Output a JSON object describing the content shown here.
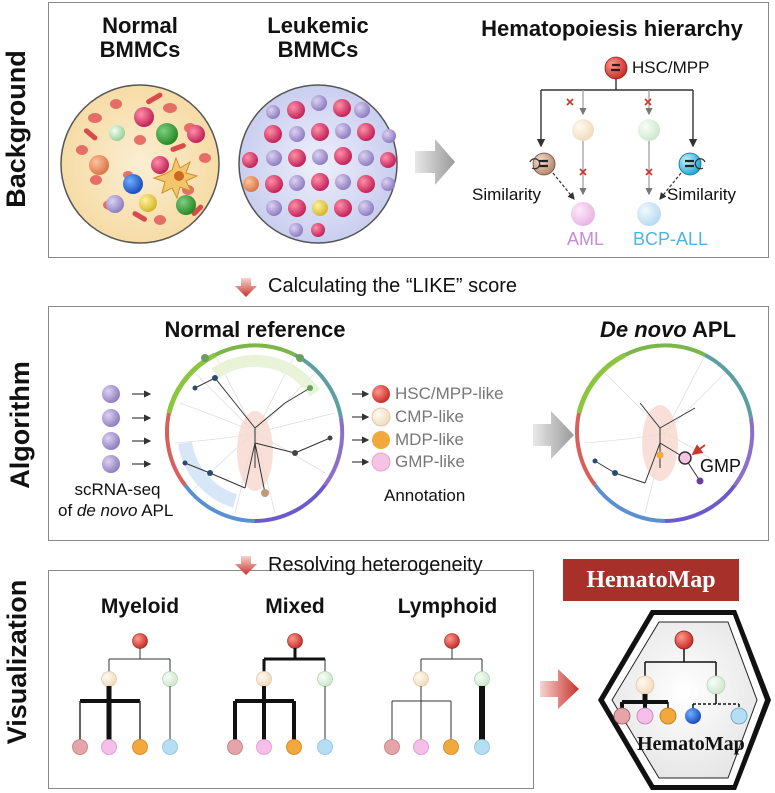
{
  "side_labels": {
    "background": "Background",
    "algorithm": "Algorithm",
    "visualization": "Visualization"
  },
  "background": {
    "normal_title": "Normal\nBMMCs",
    "leukemic_title": "Leukemic\nBMMCs",
    "hierarchy_title": "Hematopoiesis hierarchy",
    "hsc_label": "HSC/MPP",
    "similarity_left": "Similarity",
    "similarity_right": "Similarity",
    "aml_label": "AML",
    "bcp_label": "BCP-ALL"
  },
  "steps": {
    "step1": "Calculating the “LIKE” score",
    "step2": "Resolving heterogeneity"
  },
  "algorithm": {
    "normal_reference": "Normal reference",
    "denovo_italic": "De novo",
    "denovo_rest": " APL",
    "scrna_line1": "scRNA-seq",
    "scrna_line2_pre": "of ",
    "scrna_line2_italic": "de novo",
    "scrna_line2_post": " APL",
    "annotation": "Annotation",
    "legend": [
      {
        "label": "HSC/MPP-like",
        "color": "#d9443a"
      },
      {
        "label": "CMP-like",
        "color": "#f5d9b8"
      },
      {
        "label": "MDP-like",
        "color": "#f0a83c"
      },
      {
        "label": "GMP-like",
        "color": "#f0b6dc"
      }
    ],
    "gmp_callout": "GMP"
  },
  "visualization": {
    "myeloid": "Myeloid",
    "mixed": "Mixed",
    "lymphoid": "Lymphoid",
    "brand": "HematoMap",
    "brand_inner": "HematoMap"
  },
  "colors": {
    "hsc": "#d9443a",
    "cmp": "#f6e3c6",
    "clp": "#cfe8cf",
    "aml1": "#d98b8e",
    "aml2": "#f2a9e0",
    "mdp": "#f2a93b",
    "bcp": "#a9d8ef",
    "brand": "#a7302a"
  }
}
